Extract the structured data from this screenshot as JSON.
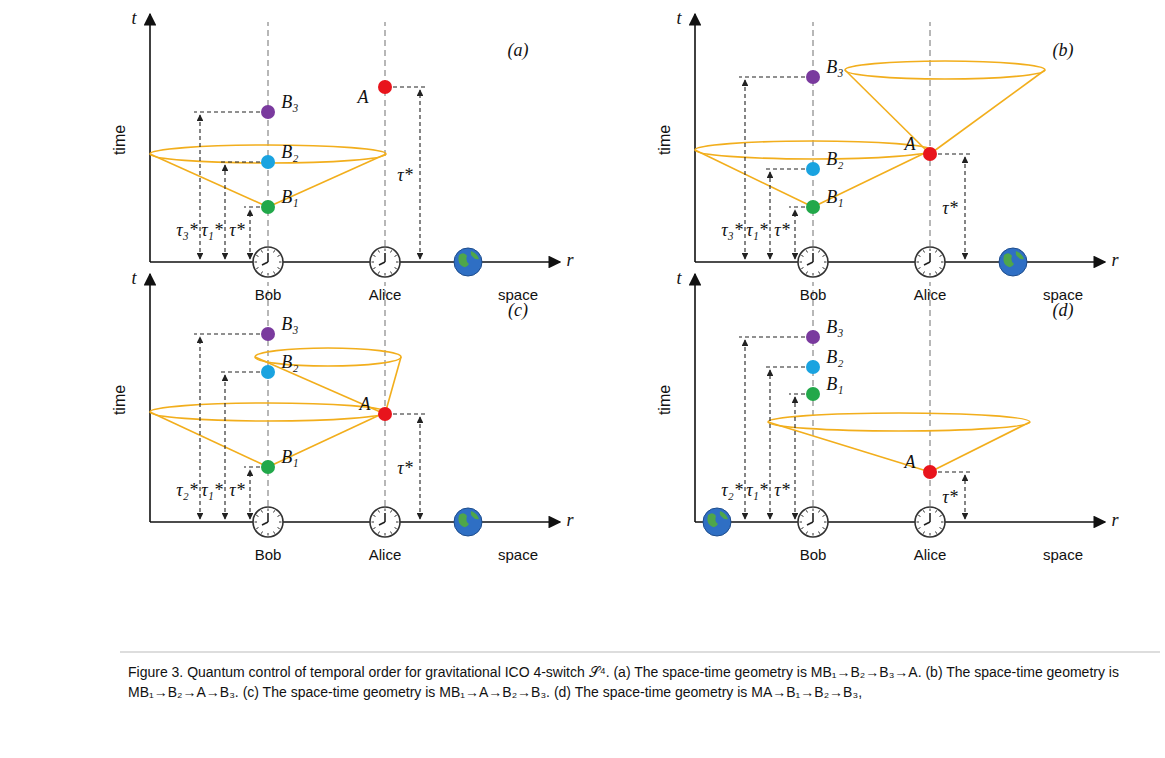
{
  "diagram": {
    "caption": "Figure 3. Quantum control of temporal order for gravitational ICO 4-switch 𝒮⁴. (a) The space-time geometry is MB₁→B₂→B₃→A. (b) The space-time geometry is MB₁→B₂→A→B₃. (c) The space-time geometry is MB₁→A→B₂→B₃. (d) The space-time geometry is MA→B₁→B₂→B₃,",
    "labels": [
      "(a)",
      "t",
      "time",
      "r",
      "space",
      "Bob",
      "Alice",
      "B₁",
      "B₂",
      "B₃",
      "A",
      "τ₃*",
      "τ₁*",
      "τ*",
      "τ*",
      "(b)",
      "t",
      "time",
      "r",
      "space",
      "Bob",
      "Alice",
      "B₁",
      "B₂",
      "B₃",
      "A",
      "τ₃*",
      "τ₁*",
      "τ*",
      "τ*",
      "(c)",
      "t",
      "time",
      "r",
      "space",
      "Bob",
      "Alice",
      "B₁",
      "B₂",
      "B₃",
      "A",
      "τ₂*",
      "τ₁*",
      "τ*",
      "τ*",
      "(d)",
      "t",
      "time",
      "r",
      "space",
      "Bob",
      "Alice",
      "B₁",
      "B₂",
      "B₃",
      "A",
      "τ₂*",
      "τ₁*",
      "τ*",
      "τ*"
    ]
  }
}
